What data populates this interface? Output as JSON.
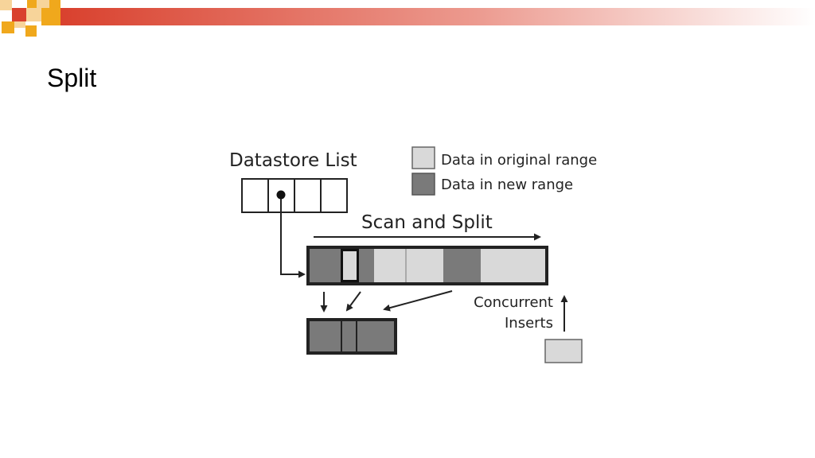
{
  "slide": {
    "title": "Split",
    "colors": {
      "accent_red": "#d9412e",
      "accent_orange": "#f0a81c",
      "light_fill": "#d9d9d9",
      "dark_fill": "#7a7a7a"
    }
  },
  "diagram": {
    "datastore_label": "Datastore List",
    "legend": [
      {
        "label": "Data in original range",
        "color": "#d9d9d9"
      },
      {
        "label": "Data in new range",
        "color": "#7a7a7a"
      }
    ],
    "scan_label": "Scan and Split",
    "concurrent_line1": "Concurrent",
    "concurrent_line2": "Inserts"
  }
}
